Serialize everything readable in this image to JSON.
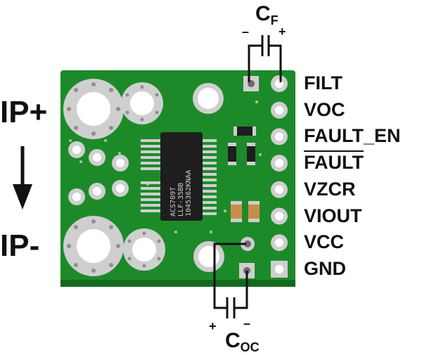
{
  "colors": {
    "board": "#1d8a2a",
    "board_dark": "#136a1d",
    "pad": "#cfcfcf",
    "chip": "#1e1e1e",
    "wire": "#111111"
  },
  "capacitors": {
    "top": {
      "name": "C",
      "sub": "F",
      "minus": "–",
      "plus": "+"
    },
    "bottom": {
      "name": "C",
      "sub": "OC",
      "plus": "+",
      "minus": "–"
    }
  },
  "current_path": {
    "in": "IP+",
    "out": "IP-",
    "arrow_icon": "arrow-down-icon"
  },
  "pins": [
    {
      "label": "FILT",
      "overline": false
    },
    {
      "label": "VOC",
      "overline": false
    },
    {
      "label": "FAULT_EN",
      "overline": false
    },
    {
      "label": "FAULT",
      "overline": true
    },
    {
      "label": "VZCR",
      "overline": false
    },
    {
      "label": "VIOUT",
      "overline": false
    },
    {
      "label": "VCC",
      "overline": false
    },
    {
      "label": "GND",
      "overline": false
    }
  ],
  "chip": {
    "lines": [
      "ACS709T",
      "LLF-35BB",
      "1045362KNAA"
    ]
  }
}
